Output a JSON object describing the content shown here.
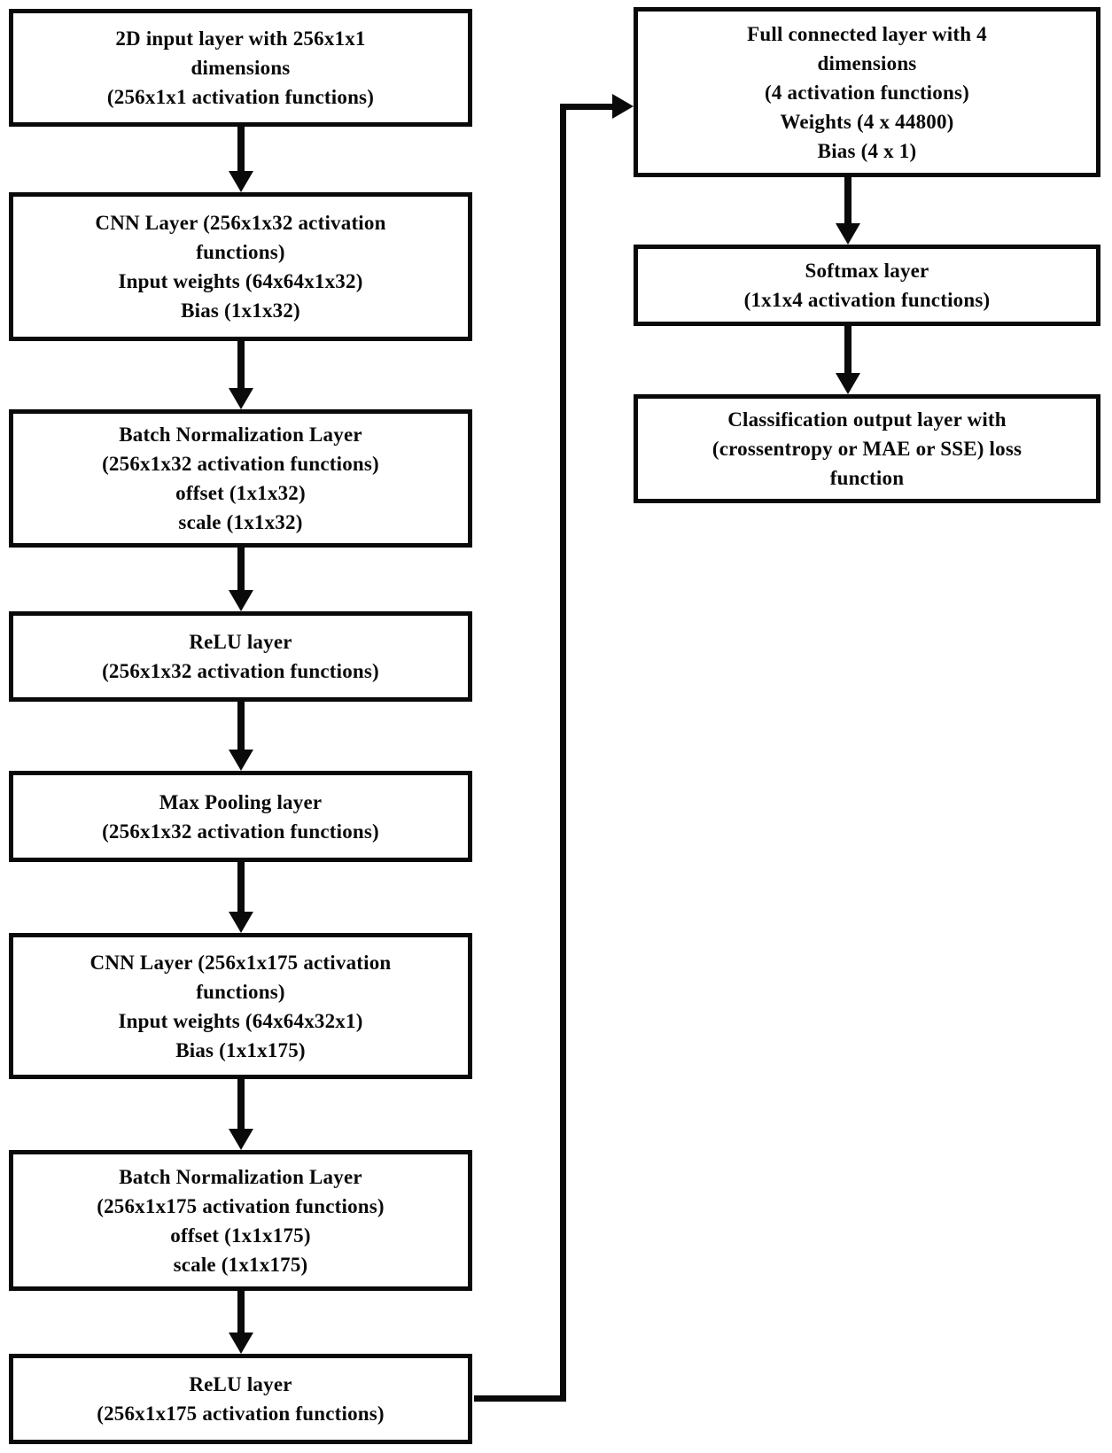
{
  "colors": {
    "line": "#0a0a0a",
    "background": "#ffffff",
    "text": "#0a0a0a"
  },
  "left_column": [
    {
      "id": "input-layer",
      "lines": [
        "2D input layer with 256x1x1",
        "dimensions",
        "(256x1x1 activation functions)"
      ]
    },
    {
      "id": "cnn-layer-1",
      "lines": [
        "CNN Layer (256x1x32 activation",
        "functions)",
        "Input weights (64x64x1x32)",
        "Bias (1x1x32)"
      ]
    },
    {
      "id": "batch-norm-1",
      "lines": [
        "Batch Normalization Layer",
        "(256x1x32 activation functions)",
        "offset (1x1x32)",
        "scale (1x1x32)"
      ]
    },
    {
      "id": "relu-1",
      "lines": [
        "ReLU layer",
        "(256x1x32 activation functions)"
      ]
    },
    {
      "id": "max-pooling",
      "lines": [
        "Max Pooling layer",
        "(256x1x32 activation functions)"
      ]
    },
    {
      "id": "cnn-layer-2",
      "lines": [
        "CNN Layer (256x1x175 activation",
        "functions)",
        "Input weights (64x64x32x1)",
        "Bias (1x1x175)"
      ]
    },
    {
      "id": "batch-norm-2",
      "lines": [
        "Batch Normalization Layer",
        "(256x1x175 activation functions)",
        "offset (1x1x175)",
        "scale (1x1x175)"
      ]
    },
    {
      "id": "relu-2",
      "lines": [
        "ReLU layer",
        "(256x1x175 activation functions)"
      ]
    }
  ],
  "right_column": [
    {
      "id": "fully-connected",
      "lines": [
        "Full connected layer with 4",
        "dimensions",
        "(4 activation functions)",
        "Weights (4 x 44800)",
        "Bias (4 x 1)"
      ]
    },
    {
      "id": "softmax",
      "lines": [
        "Softmax layer",
        "(1x1x4 activation functions)"
      ]
    },
    {
      "id": "classification-output",
      "lines": [
        "Classification output layer with",
        "(crossentropy or MAE or SSE) loss",
        "function"
      ]
    }
  ]
}
